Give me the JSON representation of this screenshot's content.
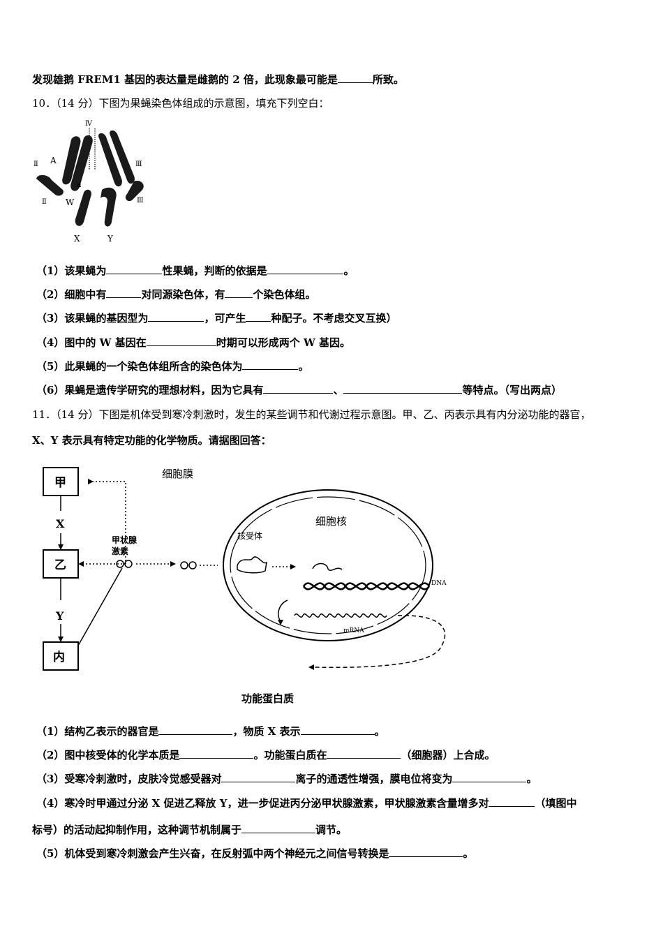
{
  "top_line": {
    "pre": "发现雄鹅 FREM1 基因的表达量是雌鹅的 2 倍，此现象最可能是",
    "post": "所致。"
  },
  "q10": {
    "header": "10．（14 分）下图为果蝇染色体组成的示意图，填充下列空白：",
    "figure": {
      "labels": {
        "iv": "Ⅳ",
        "ii_top": "Ⅱ",
        "ii_bot": "Ⅱ",
        "iii_top": "Ⅲ",
        "iii_bot": "Ⅲ",
        "A": "A",
        "a": "a",
        "W": "W",
        "X": "X",
        "Y": "Y"
      }
    },
    "items": [
      {
        "a": "（1）该果蝇为",
        "b": "性果蝇，判断的依据是",
        "c": "。"
      },
      {
        "a": "（2）细胞中有",
        "b": "对同源染色体，有",
        "c": "个染色体组。"
      },
      {
        "a": "（3）该果蝇的基因型为",
        "b": "，可产生",
        "c": "种配子。不考虑交叉互换）"
      },
      {
        "a": "（4）图中的 W 基因在",
        "b": "时期可以形成两个 W 基因。"
      },
      {
        "a": "（5）此果蝇的一个染色体组所含的染色体为",
        "b": "。"
      },
      {
        "a": "（6）果蝇是遗传学研究的理想材料，因为它具有",
        "b": "、",
        "c": "等特点。（写出两点）"
      }
    ]
  },
  "q11": {
    "header1": "11．（14 分）下图是机体受到寒冷刺激时，发生的某些调节和代谢过程示意图。甲、乙、丙表示具有内分泌功能的器官，",
    "header2": "X、Y 表示具有特定功能的化学物质。请据图回答：",
    "figure": {
      "box_jia": "甲",
      "box_yi": "乙",
      "box_bing": "内",
      "X": "X",
      "Y": "Y",
      "hormone_1": "甲状腺",
      "hormone_2": "激素",
      "cell_membrane": "细胞膜",
      "nucleus": "细胞核",
      "receptor": "核受体",
      "dna": "DNA",
      "mrna": "mRNA",
      "protein": "功能蛋白质"
    },
    "items": [
      {
        "a": "（1）结构乙表示的器官是",
        "b": "，物质 X 表示",
        "c": "。"
      },
      {
        "a": "（2）图中核受体的化学本质是",
        "b": "。功能蛋白质在",
        "c": "（细胞器）上合成。"
      },
      {
        "a": "（3）受寒冷刺激时，皮肤冷觉感受器对",
        "b": "离子的通透性增强，膜电位将变为",
        "c": "。"
      },
      {
        "a": "（4）寒冷时甲通过分泌 X 促进乙释放 Y，进一步促进丙分泌甲状腺激素，甲状腺激素含量增多对",
        "b": "（填图中"
      },
      {
        "a": "标号）的活动起抑制作用，这种调节机制属于",
        "b": "调节。"
      },
      {
        "a": "（5）机体受到寒冷刺激会产生兴奋，在反射弧中两个神经元之间信号转换是",
        "b": "。"
      }
    ]
  }
}
